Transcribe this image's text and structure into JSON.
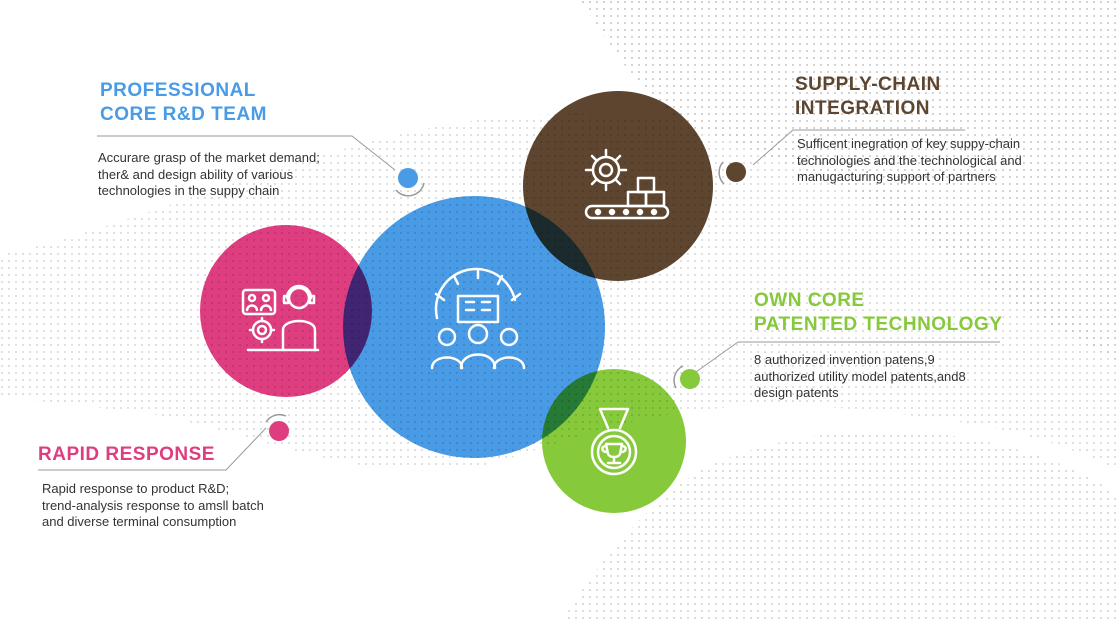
{
  "colors": {
    "blue": "#4a9be6",
    "pink": "#de3d7f",
    "brown": "#5d4530",
    "green": "#86c93a",
    "text": "#333333"
  },
  "items": [
    {
      "key": "rd_team",
      "title": "PROFESSIONAL\nCORE R&D TEAM",
      "description": "Accurare grasp of the market demand;\nther& and design ability of various\ntechnologies in the suppy chain",
      "color": "#4a9be6",
      "icon": "team-building-icon"
    },
    {
      "key": "supply_chain",
      "title": "SUPPLY-CHAIN\nINTEGRATION",
      "description": "Sufficent inegration of key suppy-chain\ntechnologies and the technological and\nmanugacturing support of partners",
      "color": "#5d4530",
      "icon": "gear-conveyor-icon"
    },
    {
      "key": "patents",
      "title": "OWN CORE\nPATENTED TECHNOLOGY",
      "description": "8 authorized invention patens,9\nauthorized utility model patents,and8\ndesign patents",
      "color": "#86c93a",
      "icon": "trophy-medal-icon"
    },
    {
      "key": "rapid_response",
      "title": "RAPID RESPONSE",
      "description": "Rapid response to product R&D;\ntrend-analysis response to amsll batch\nand diverse terminal consumption",
      "color": "#de3d7f",
      "icon": "customer-support-icon"
    }
  ]
}
